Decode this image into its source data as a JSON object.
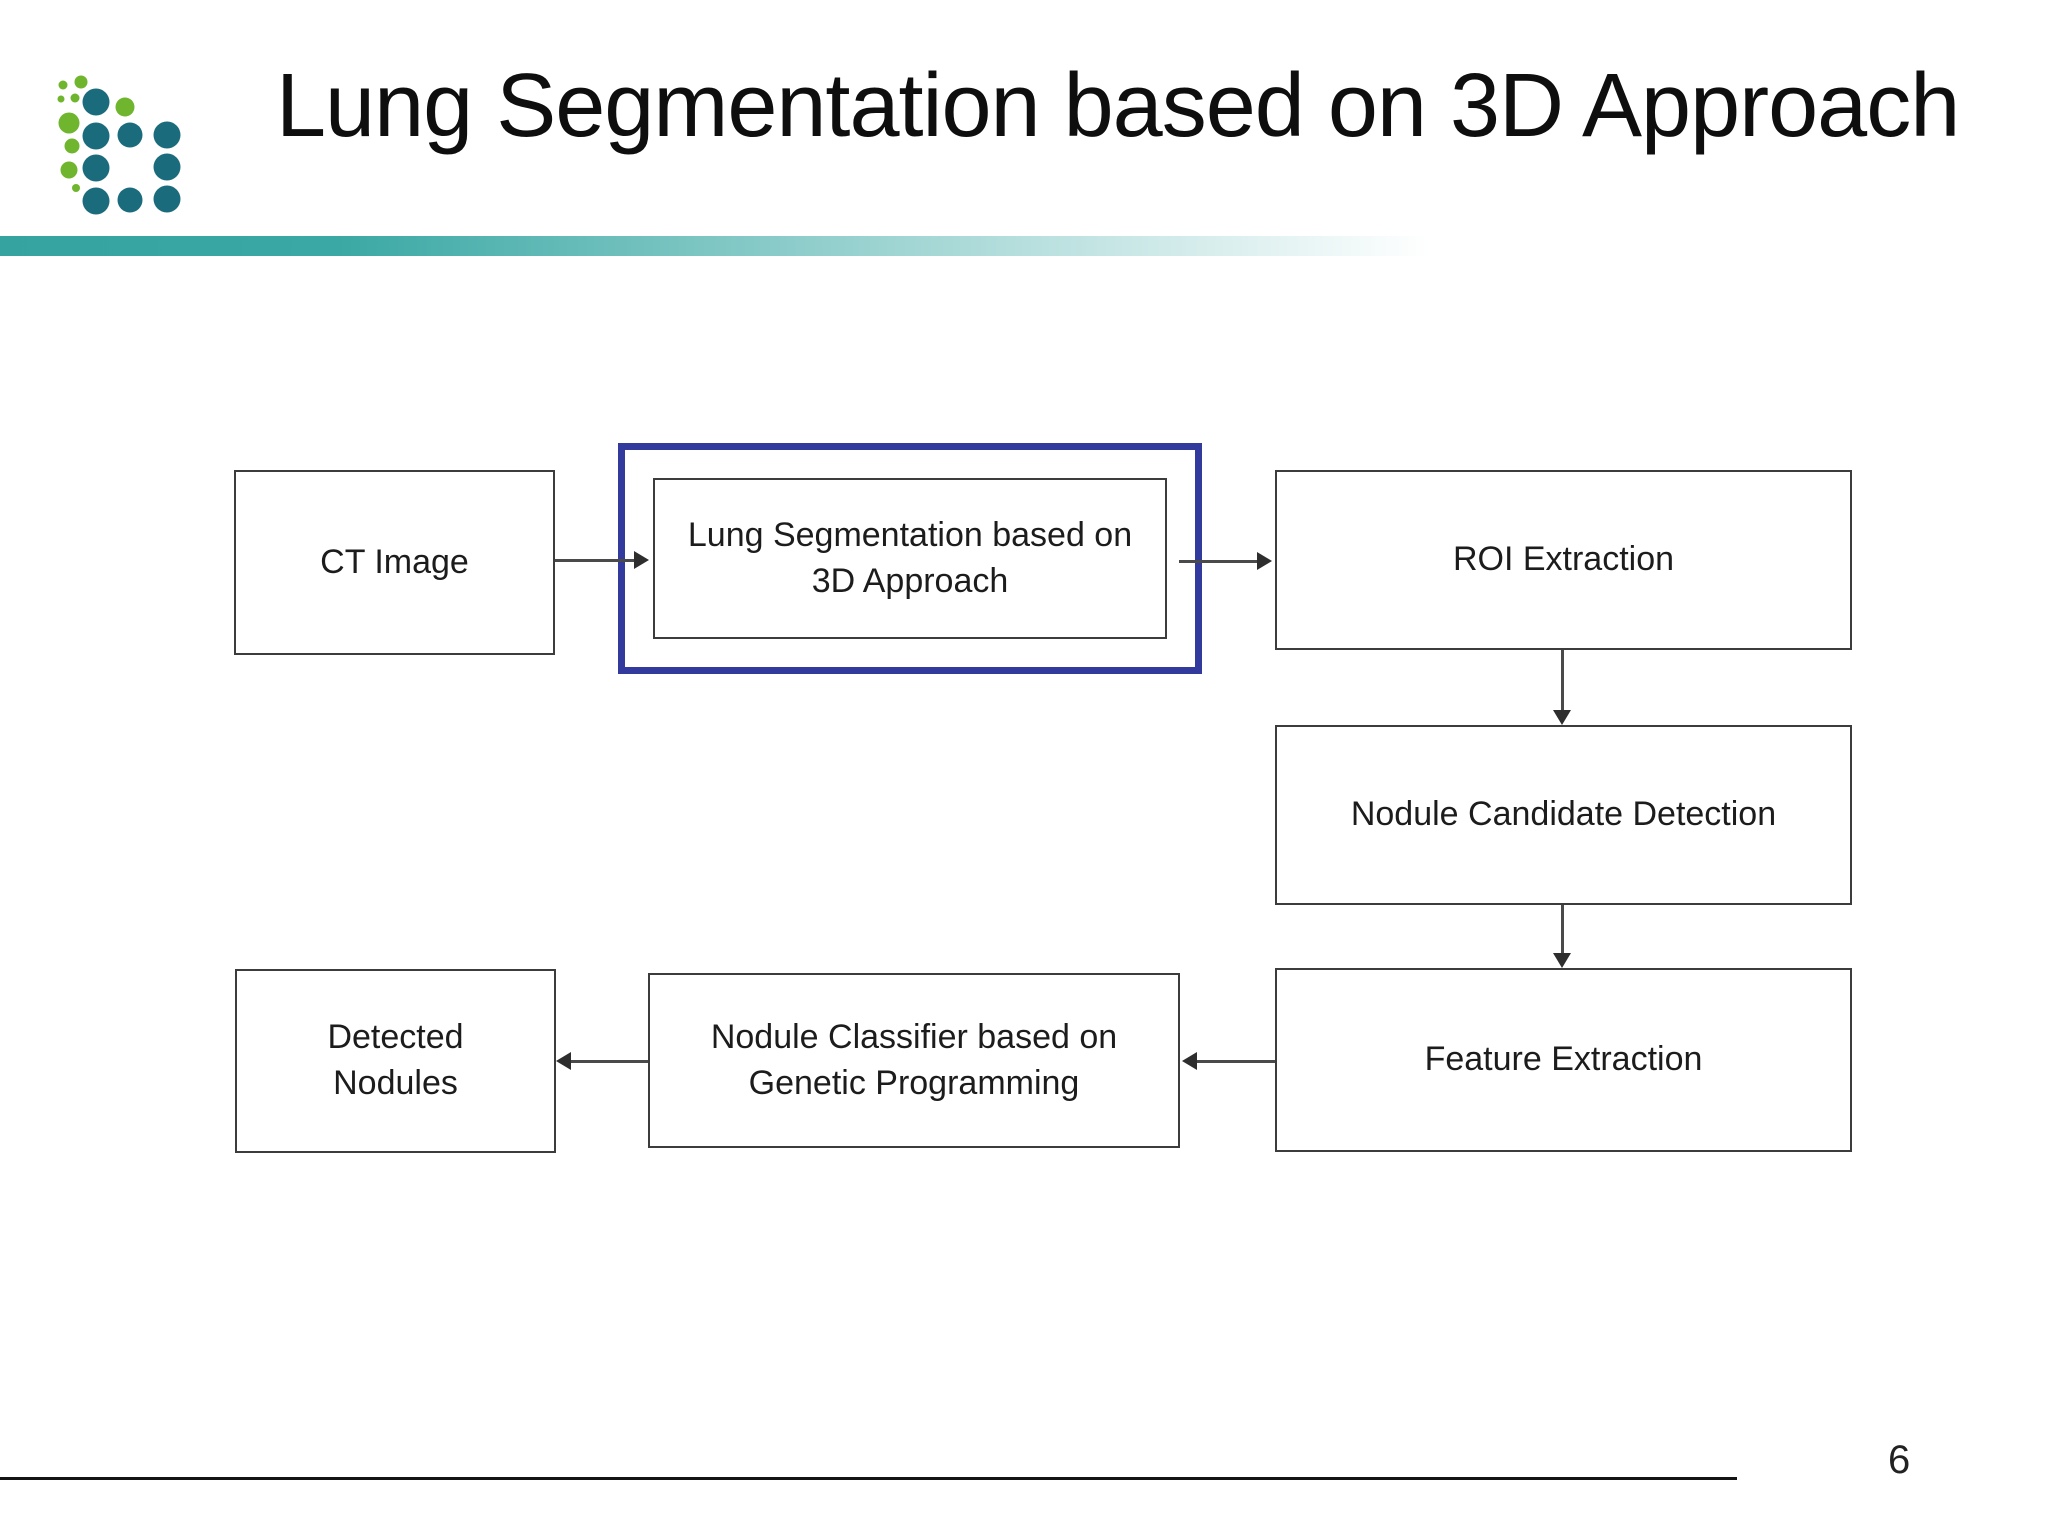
{
  "slide": {
    "title": "Lung Segmentation based on 3D Approach",
    "page_number": "6"
  },
  "logo": {
    "name": "dots-logo",
    "teal_color": "#1a6b7c",
    "green_color": "#6fb52d"
  },
  "decor": {
    "accent_bar_color": "#3aa8a4",
    "highlight_border_color": "#333a9d",
    "box_border_color": "#3c3c3c",
    "arrow_color": "#4a4a4a"
  },
  "flowchart": {
    "nodes": [
      {
        "id": "ct-image",
        "label": "CT Image",
        "highlighted": false
      },
      {
        "id": "lung-segmentation",
        "label": "Lung Segmentation based on 3D Approach",
        "highlighted": true
      },
      {
        "id": "roi-extraction",
        "label": "ROI Extraction",
        "highlighted": false
      },
      {
        "id": "nodule-candidate-detection",
        "label": "Nodule Candidate Detection",
        "highlighted": false
      },
      {
        "id": "feature-extraction",
        "label": "Feature Extraction",
        "highlighted": false
      },
      {
        "id": "nodule-classifier",
        "label": "Nodule Classifier based on Genetic Programming",
        "highlighted": false
      },
      {
        "id": "detected-nodules",
        "label": "Detected Nodules",
        "highlighted": false
      }
    ],
    "edges": [
      {
        "from": "ct-image",
        "to": "lung-segmentation"
      },
      {
        "from": "lung-segmentation",
        "to": "roi-extraction"
      },
      {
        "from": "roi-extraction",
        "to": "nodule-candidate-detection"
      },
      {
        "from": "nodule-candidate-detection",
        "to": "feature-extraction"
      },
      {
        "from": "feature-extraction",
        "to": "nodule-classifier"
      },
      {
        "from": "nodule-classifier",
        "to": "detected-nodules"
      }
    ]
  }
}
